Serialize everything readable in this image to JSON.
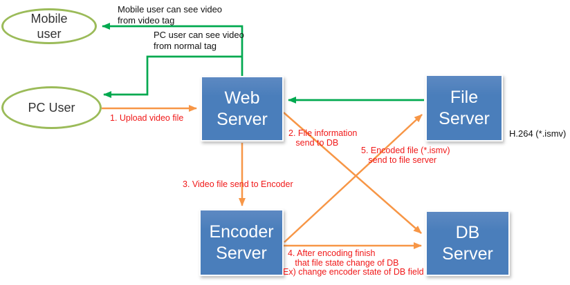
{
  "diagram": {
    "nodes": {
      "mobile_user": {
        "label": "Mobile\nuser"
      },
      "pc_user": {
        "label": "PC User"
      },
      "web_server": {
        "label": "Web\nServer"
      },
      "file_server": {
        "label": "File\nServer"
      },
      "encoder_server": {
        "label": "Encoder\nServer"
      },
      "db_server": {
        "label": "DB\nServer"
      }
    },
    "annotations": {
      "mobile_video_tag": "Mobile user can see video\nfrom video tag",
      "pc_normal_tag": "PC user can see video\nfrom normal tag",
      "h264_format": "H.264 (*.ismv)"
    },
    "flow_labels": {
      "step1": "1. Upload video file",
      "step2": "2. File information\n   send to DB",
      "step3": "3. Video file send to Encoder",
      "step4": "  4. After encoding finish\n     that file state change of DB\nEx) change encoder state of DB field",
      "step5": "5. Encoded file (*.ismv)\n   send to file server"
    },
    "colors": {
      "node_fill": "#4a7ebb",
      "ellipse_stroke": "#9bbb59",
      "green_arrow": "#00a94f",
      "orange_arrow": "#f79646",
      "red_label": "#f01818",
      "black_label": "#111111"
    }
  }
}
